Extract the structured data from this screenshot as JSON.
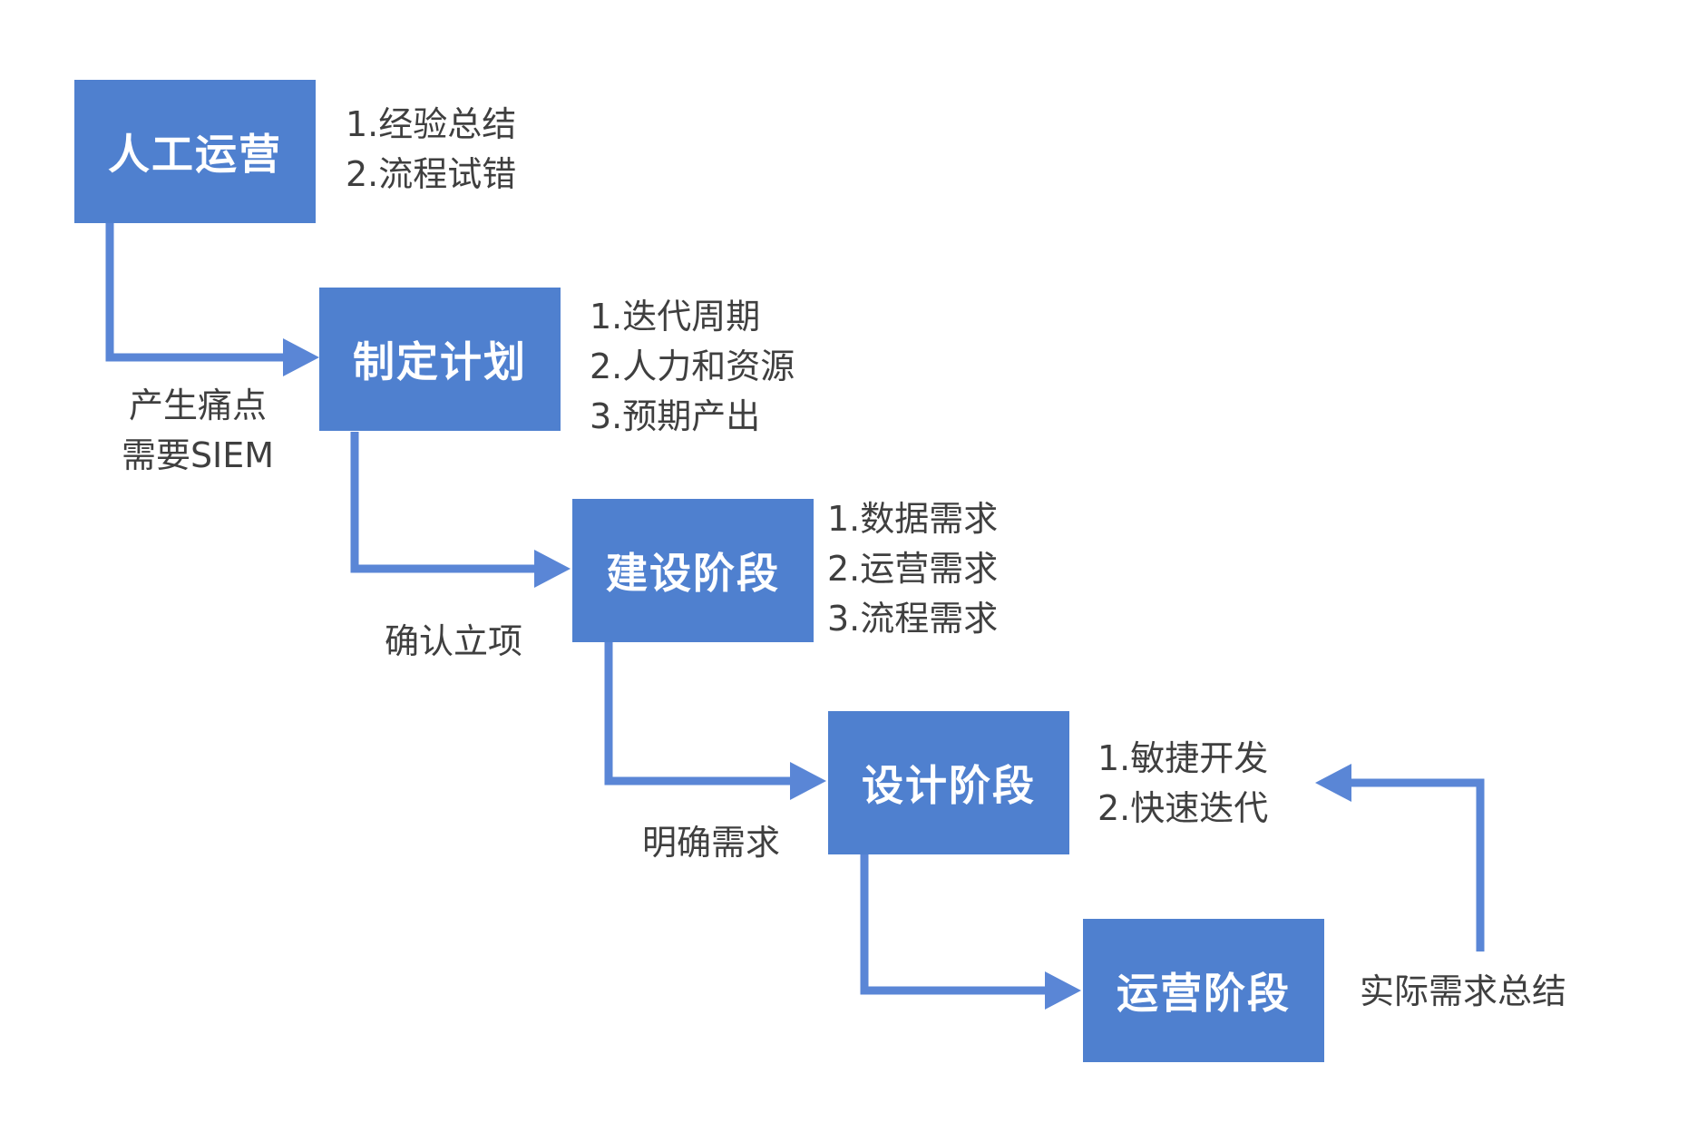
{
  "colors": {
    "box": "#4f80cf",
    "arrow": "#5a86d6",
    "box_text": "#ffffff",
    "note_text": "#3f3f3f"
  },
  "stages": [
    {
      "name": "stage-manual-operation",
      "label": "人工运营",
      "notes": [
        "1.经验总结",
        "2.流程试错"
      ]
    },
    {
      "name": "stage-make-plan",
      "label": "制定计划",
      "notes": [
        "1.迭代周期",
        "2.人力和资源",
        "3.预期产出"
      ]
    },
    {
      "name": "stage-construction",
      "label": "建设阶段",
      "notes": [
        "1.数据需求",
        "2.运营需求",
        "3.流程需求"
      ]
    },
    {
      "name": "stage-design",
      "label": "设计阶段",
      "notes": [
        "1.敏捷开发",
        "2.快速迭代"
      ]
    },
    {
      "name": "stage-operation",
      "label": "运营阶段",
      "notes": []
    }
  ],
  "connectors": [
    {
      "name": "label-pain-point",
      "lines": [
        "产生痛点",
        "需要SIEM"
      ]
    },
    {
      "name": "label-project-approved",
      "lines": [
        "确认立项"
      ]
    },
    {
      "name": "label-clarify-requirements",
      "lines": [
        "明确需求"
      ]
    }
  ],
  "feedback": {
    "label": "实际需求总结"
  }
}
